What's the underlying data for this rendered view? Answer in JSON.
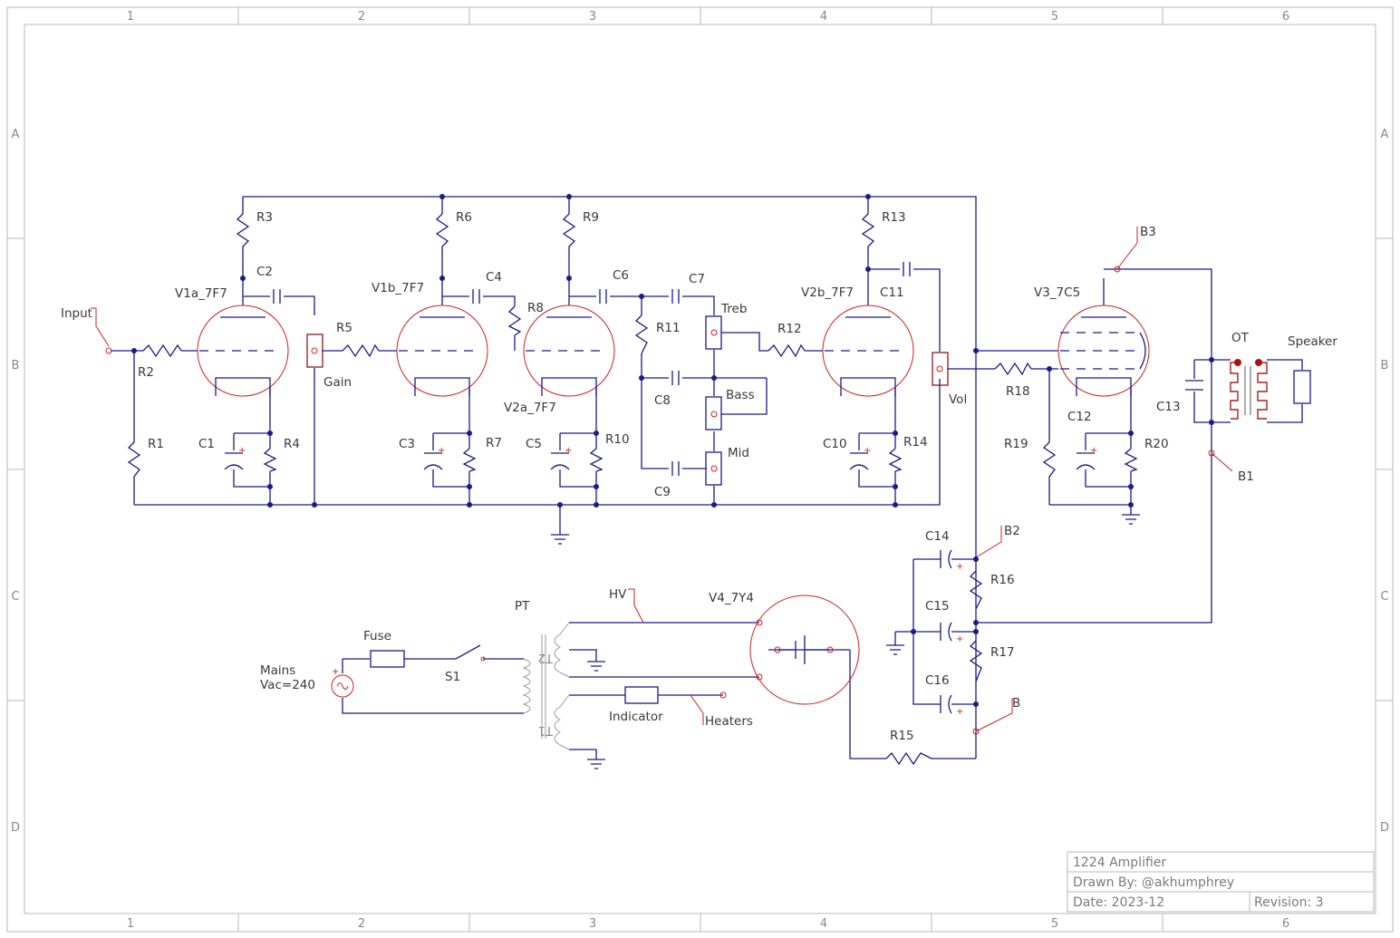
{
  "border": {
    "columns": [
      "1",
      "2",
      "3",
      "4",
      "5",
      "6"
    ],
    "rows": [
      "A",
      "B",
      "C",
      "D"
    ]
  },
  "title_block": {
    "title": "1224 Amplifier",
    "drawn_by": "Drawn By: @akhumphrey",
    "date": "Date: 2023-12",
    "revision": "Revision: 3"
  },
  "tubes": {
    "v1a": "V1a_7F7",
    "v1b": "V1b_7F7",
    "v2a": "V2a_7F7",
    "v2b": "V2b_7F7",
    "v3": "V3_7C5",
    "v4": "V4_7Y4"
  },
  "resistors": {
    "r1": "R1",
    "r2": "R2",
    "r3": "R3",
    "r4": "R4",
    "r5": "R5",
    "r6": "R6",
    "r7": "R7",
    "r8": "R8",
    "r9": "R9",
    "r10": "R10",
    "r11": "R11",
    "r12": "R12",
    "r13": "R13",
    "r14": "R14",
    "r15": "R15",
    "r16": "R16",
    "r17": "R17",
    "r18": "R18",
    "r19": "R19",
    "r20": "R20"
  },
  "capacitors": {
    "c1": "C1",
    "c2": "C2",
    "c3": "C3",
    "c4": "C4",
    "c5": "C5",
    "c6": "C6",
    "c7": "C7",
    "c8": "C8",
    "c9": "C9",
    "c10": "C10",
    "c11": "C11",
    "c12": "C12",
    "c13": "C13",
    "c14": "C14",
    "c15": "C15",
    "c16": "C16"
  },
  "pots": {
    "gain": "Gain",
    "treb": "Treb",
    "bass": "Bass",
    "mid": "Mid",
    "vol": "Vol"
  },
  "ports": {
    "input": "Input",
    "b": "B",
    "b1": "B1",
    "b2": "B2",
    "b3": "B3",
    "hv": "HV",
    "heaters": "Heaters"
  },
  "power": {
    "mains": "Mains",
    "vac": "Vac=240",
    "fuse": "Fuse",
    "s1": "S1",
    "pt": "PT",
    "t1": "T1",
    "t2": "T2",
    "indicator": "Indicator",
    "ot": "OT",
    "speaker": "Speaker"
  }
}
